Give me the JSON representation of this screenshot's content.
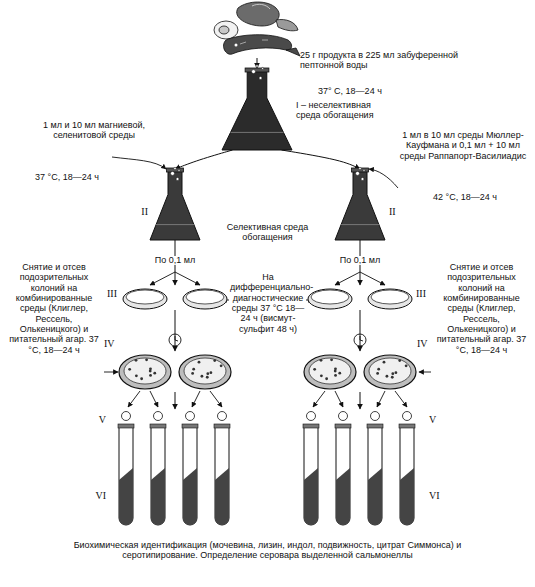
{
  "diagram": {
    "caption": "Биохимическая идентификация (мочевина, лизин, индол, подвижность, цитрат Симмонса) и серотипирование. Определение серовара выделенной сальмонеллы",
    "nodes": [
      {
        "text": [
          "I – неселективная среда обогащения"
        ]
      },
      {
        "text": [
          "II"
        ]
      },
      {
        "text": [
          "II"
        ]
      },
      {
        "text": [
          "III"
        ]
      },
      {
        "text": [
          "III"
        ]
      },
      {
        "text": [
          "IV"
        ]
      },
      {
        "text": [
          "IV"
        ]
      },
      {
        "text": [
          "V",
          "VI"
        ]
      },
      {
        "text": [
          "V",
          "VI"
        ]
      }
    ],
    "edges": [
      {
        "from": 0,
        "to": 1,
        "arrow": "to"
      },
      {
        "from": 0,
        "to": 2,
        "arrow": "to"
      },
      {
        "from": 1,
        "to": 3,
        "label": "По 0,1 мл",
        "arrow": "to"
      },
      {
        "from": 2,
        "to": 4,
        "label": "По 0,1 мл",
        "arrow": "to"
      },
      {
        "from": 3,
        "to": 5,
        "arrow": "to"
      },
      {
        "from": 4,
        "to": 6,
        "arrow": "to"
      },
      {
        "from": 5,
        "to": 7,
        "arrow": "to"
      },
      {
        "from": 6,
        "to": 8,
        "arrow": "to"
      }
    ],
    "labels": [
      "25 г продукта в 225 мл забуференной пептонной воды",
      "37° С, 18—24 ч",
      "1 мл и 10 мл магниевой, селенитовой среды",
      "37 °С, 18—24 ч",
      "1 мл в 10 мл среды Мюллер-Кауфмана и 0,1 мл + 10 мл среды Раппапорт-Василиадис",
      "42 °С, 18—24 ч",
      "Селективная среда обогащения",
      "На дифференциально-диагностические среды 37 °С 18—24 ч (висмут-сульфит 48 ч)",
      "Снятие и отсев подозрительных колоний на комбинированные среды (Клиглер, Рессель, Олькеницкого) и питательный агар. 37 °С, 18—24 ч",
      "Снятие и отсев подозрительных колоний на комбинированные среды (Клиглер, Рессель, Олькеницкого) и питательный агар. 37 °С, 18—24 ч"
    ]
  }
}
